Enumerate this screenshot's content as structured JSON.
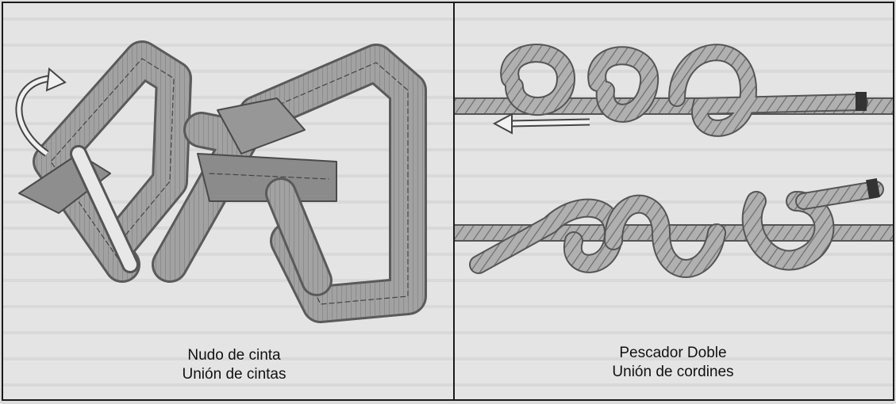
{
  "panels": {
    "left": {
      "caption_line1": "Nudo de cinta",
      "caption_line2": "Unión de cintas",
      "illustration_icon": "webbing-knot-icon"
    },
    "right": {
      "caption_line1": "Pescador Doble",
      "caption_line2": "Unión de cordines",
      "illustration_icon": "double-fishermans-knot-icon"
    }
  },
  "colors": {
    "border": "#1a1a1a",
    "background": "#e4e4e4",
    "webbing": "#9a9a9a",
    "rope": "#a8a8a8"
  }
}
